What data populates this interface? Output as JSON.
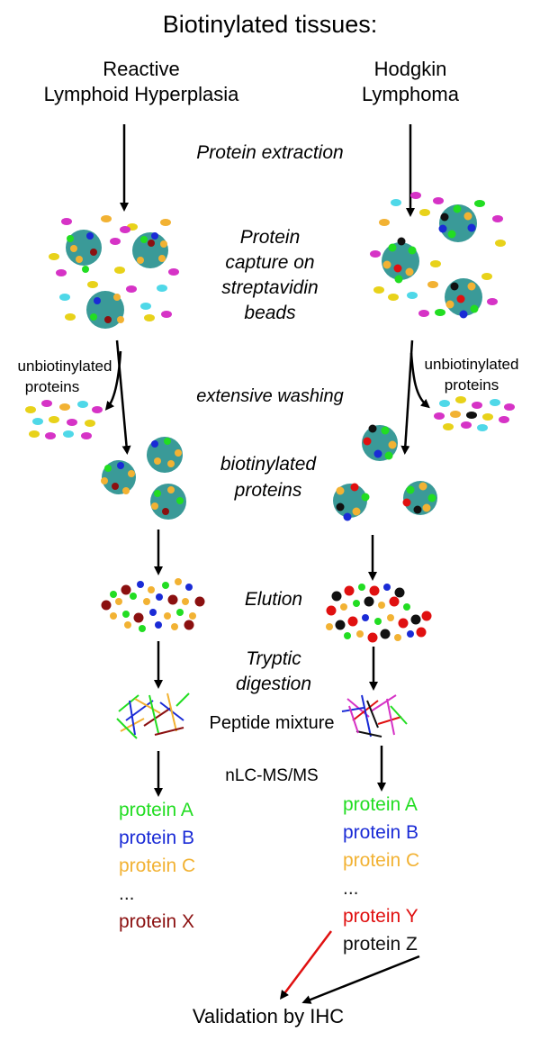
{
  "title": "Biotinylated tissues:",
  "columns": {
    "left": {
      "line1": "Reactive",
      "line2": "Lymphoid Hyperplasia"
    },
    "right": {
      "line1": "Hodgkin",
      "line2": "Lymphoma"
    }
  },
  "steps": {
    "extraction": "Protein extraction",
    "capture": [
      "Protein",
      "capture on",
      "streptavidin",
      "beads"
    ],
    "washing": "extensive washing",
    "biotinylated": [
      "biotinylated",
      "proteins"
    ],
    "elution": "Elution",
    "digestion": [
      "Tryptic",
      "digestion"
    ],
    "peptide": "Peptide mixture",
    "ms": "nLC-MS/MS"
  },
  "unbiotinylated": [
    "unbiotinylated",
    "proteins"
  ],
  "lists": {
    "left": [
      {
        "text": "protein A",
        "color": "#22dd22"
      },
      {
        "text": "protein B",
        "color": "#1a2bd6"
      },
      {
        "text": "protein C",
        "color": "#f2b233"
      },
      {
        "text": "...",
        "color": "#222222"
      },
      {
        "text": "protein X",
        "color": "#8b1010"
      }
    ],
    "right": [
      {
        "text": "protein A",
        "color": "#22dd22"
      },
      {
        "text": "protein B",
        "color": "#1a2bd6"
      },
      {
        "text": "protein C",
        "color": "#f2b233"
      },
      {
        "text": "...",
        "color": "#222222"
      },
      {
        "text": "protein Y",
        "color": "#e01010"
      },
      {
        "text": "protein Z",
        "color": "#111111"
      }
    ]
  },
  "validation": "Validation by IHC",
  "colors": {
    "bead": "#3a9a98",
    "green": "#22dd22",
    "blue": "#1a2bd6",
    "orange": "#f2b233",
    "maroon": "#8b1010",
    "red": "#e01010",
    "black": "#111111",
    "magenta": "#d633c6",
    "yellow": "#e8d21a",
    "cyan": "#4fd8e8",
    "arrow_red": "#e01010"
  }
}
